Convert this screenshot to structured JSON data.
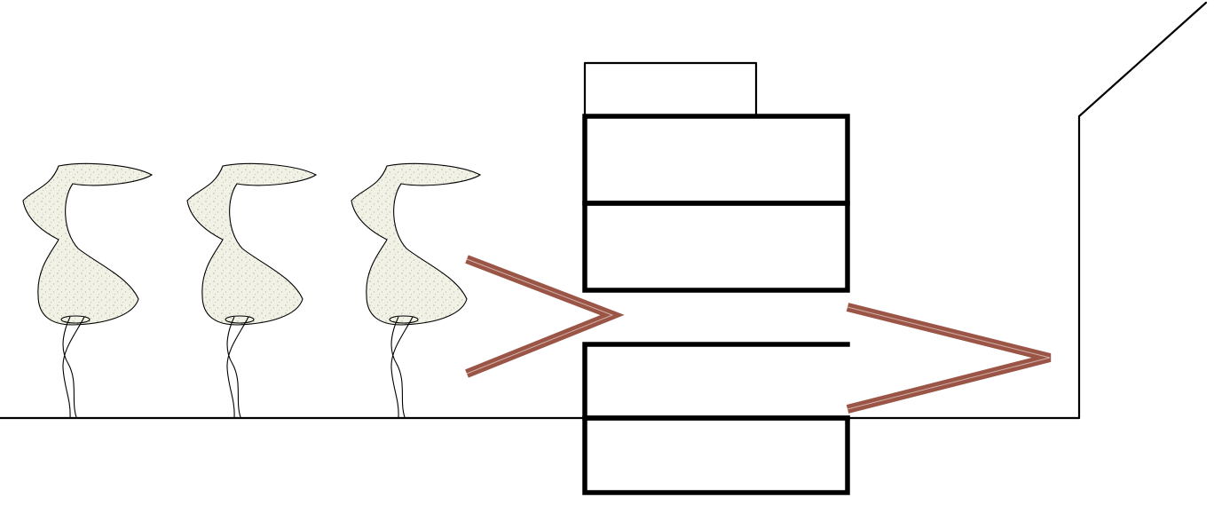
{
  "colors": {
    "background": "#ffffff",
    "outline": "#000000",
    "foliage_fill": "#f1f1e6",
    "foliage_speckle": "#9a9a7c",
    "arrow": "#9b5546"
  },
  "diagram": {
    "elements": [
      {
        "id": "ground-line",
        "icon": "ground-line"
      },
      {
        "id": "tree-1",
        "icon": "tree-icon"
      },
      {
        "id": "tree-2",
        "icon": "tree-icon"
      },
      {
        "id": "tree-3",
        "icon": "tree-icon"
      },
      {
        "id": "arrow-left",
        "icon": "chevron-right-icon"
      },
      {
        "id": "building-upper",
        "icon": "building-block",
        "floors": 2,
        "has_roof_box": true
      },
      {
        "id": "building-lower",
        "icon": "building-block",
        "floors": 2,
        "below_ground": 1
      },
      {
        "id": "arrow-right",
        "icon": "chevron-right-icon"
      },
      {
        "id": "wall-outline",
        "icon": "wall-outline"
      }
    ]
  }
}
